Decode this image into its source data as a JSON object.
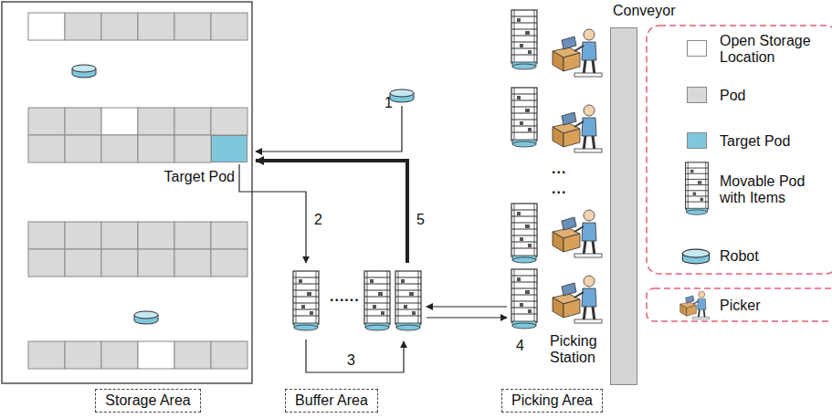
{
  "diagram": {
    "nodes": [
      {
        "text": [
          "Conveyor"
        ]
      },
      {
        "text": [
          "Target Pod"
        ]
      },
      {
        "text": [
          "Storage Area"
        ]
      },
      {
        "text": [
          "Buffer Area"
        ]
      },
      {
        "text": [
          "Picking Area"
        ]
      }
    ],
    "labels": [
      "1",
      "2",
      "5",
      "3",
      "...",
      "...",
      "......",
      "4",
      "Picking Station"
    ],
    "legend": [
      {
        "text": "Open Storage Location",
        "color": "#ffffff"
      },
      {
        "text": "Pod",
        "color": "#d9d9d9"
      },
      {
        "text": "Target Pod",
        "color": "#7fc7dd"
      },
      {
        "text": "Movable Pod with Items"
      },
      {
        "text": "Robot"
      },
      {
        "text": "Picker"
      }
    ]
  }
}
